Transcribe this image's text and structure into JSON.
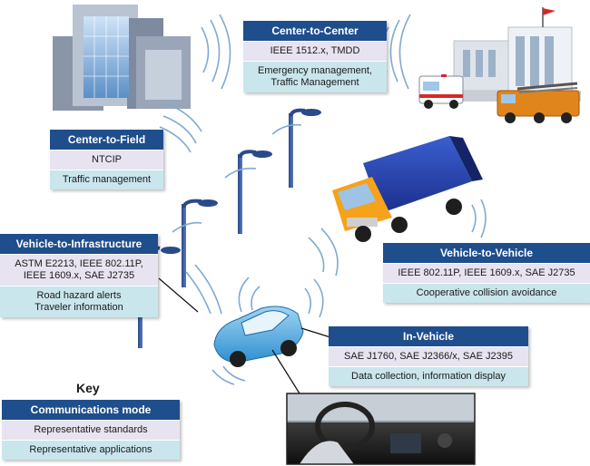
{
  "boxes": {
    "center_to_center": {
      "header": "Center-to-Center",
      "standards": "IEEE 1512.x, TMDD",
      "applications": "Emergency management,\nTraffic Management"
    },
    "center_to_field": {
      "header": "Center-to-Field",
      "standards": "NTCIP",
      "applications": "Traffic management"
    },
    "vehicle_to_infrastructure": {
      "header": "Vehicle-to-Infrastructure",
      "standards": "ASTM E2213, IEEE 802.11P,\nIEEE 1609.x, SAE J2735",
      "applications": "Road hazard alerts\nTraveler information"
    },
    "vehicle_to_vehicle": {
      "header": "Vehicle-to-Vehicle",
      "standards": "IEEE 802.11P, IEEE 1609.x, SAE J2735",
      "applications": "Cooperative collision avoidance"
    },
    "in_vehicle": {
      "header": "In-Vehicle",
      "standards": "SAE J1760, SAE J2366/x, SAE J2395",
      "applications": "Data collection, information display"
    }
  },
  "key": {
    "title": "Key",
    "header": "Communications mode",
    "standards": "Representative standards",
    "applications": "Representative applications"
  },
  "colors": {
    "header": "#1f4e8c",
    "standards": "#e8e3f0",
    "applications": "#c9e6ec",
    "waves": "#7fa9d4"
  }
}
